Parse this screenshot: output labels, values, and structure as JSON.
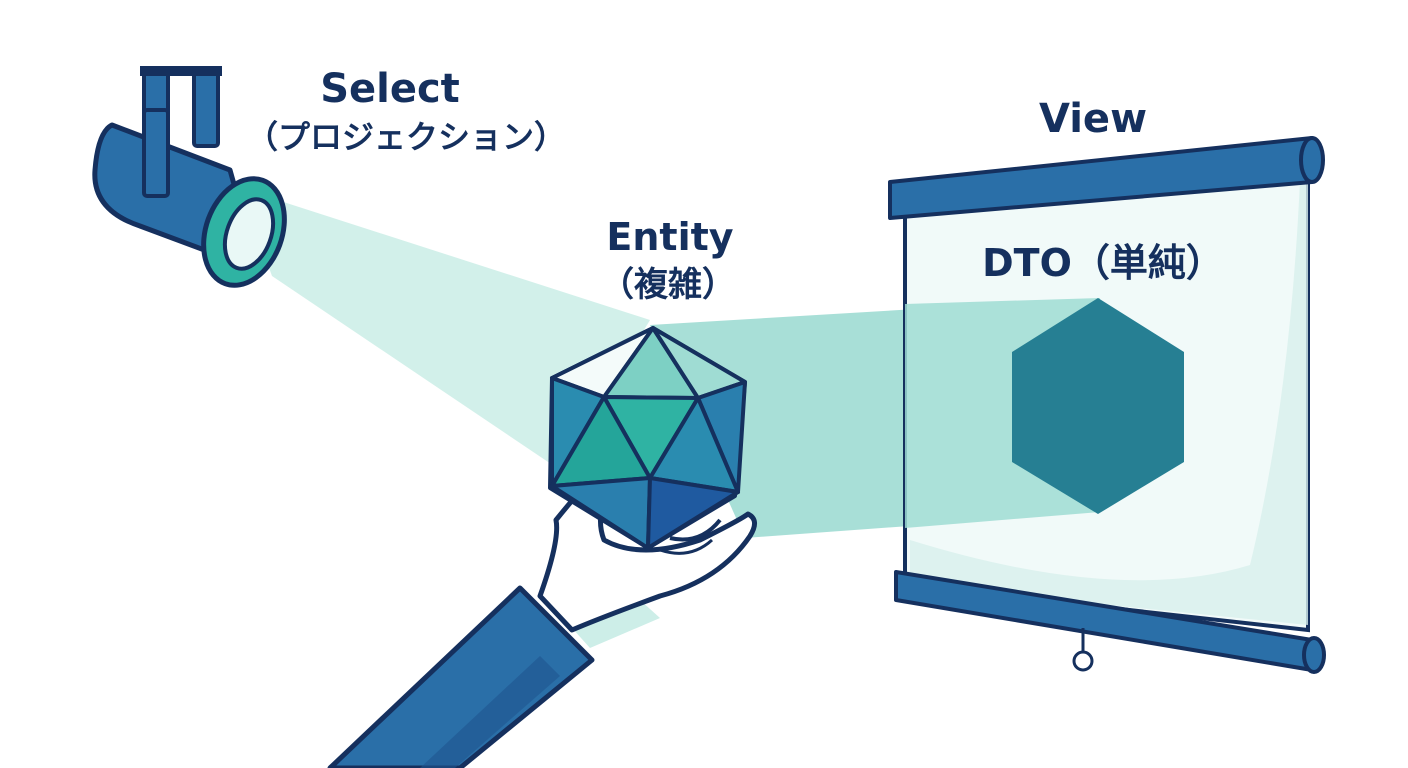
{
  "labels": {
    "select_title": "Select",
    "select_sub": "（プロジェクション）",
    "entity_title": "Entity",
    "entity_sub": "（複雑）",
    "view_title": "View",
    "dto_label": "DTO（単純）"
  },
  "icons": {
    "projector": "spotlight-projector-icon",
    "entity": "icosahedron-icon",
    "hand": "hand-icon",
    "screen": "projection-screen-icon",
    "dto": "hexagon-icon"
  },
  "colors": {
    "navy": "#15305e",
    "blue": "#2a6fa8",
    "teal": "#2fb3a3",
    "light_teal": "#bfe6e1",
    "beam": "#9fdcd3"
  }
}
